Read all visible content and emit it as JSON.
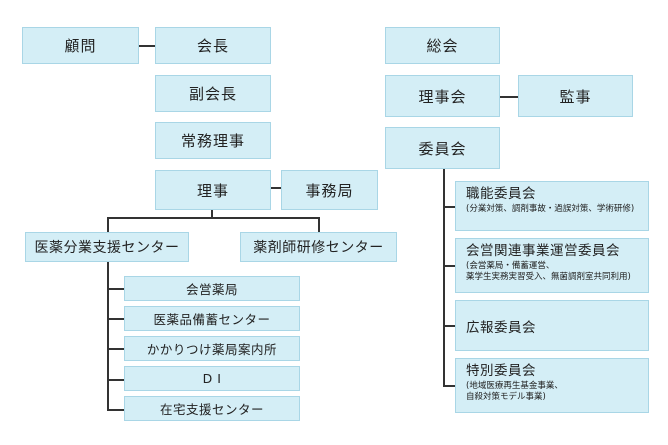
{
  "left_chart": {
    "advisor": "顧問",
    "president": "会長",
    "vice_president": "副会長",
    "executive_director": "常務理事",
    "director": "理事",
    "secretariat": "事務局",
    "di_center": "医薬分業支援センター",
    "training_center": "薬剤師研修センター",
    "di_center_children": [
      "会営薬局",
      "医薬品備蓄センター",
      "かかりつけ薬局案内所",
      "D I",
      "在宅支援センター"
    ]
  },
  "right_chart": {
    "general_assembly": "総会",
    "board": "理事会",
    "auditor": "監事",
    "committees": "委員会",
    "committee_list": [
      {
        "title": "職能委員会",
        "sub": [
          "(分業対策、調剤事故・過誤対策、学術研修)"
        ]
      },
      {
        "title": "会営関連事業運営委員会",
        "sub": [
          "(会営薬局・備蓄運営、",
          "薬学生実務実習受入、無菌調剤室共同利用)"
        ]
      },
      {
        "title": "広報委員会",
        "sub": []
      },
      {
        "title": "特別委員会",
        "sub": [
          "(地域医療再生基金事業、",
          "自殺対策モデル事業)"
        ]
      }
    ]
  },
  "colors": {
    "box_fill": "#d4eef6",
    "box_border": "#a9d6e6",
    "line": "#333333"
  }
}
